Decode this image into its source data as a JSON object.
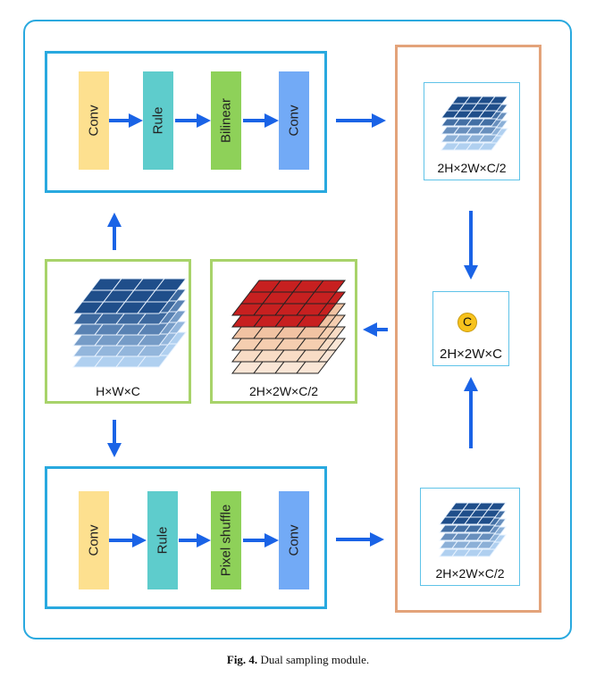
{
  "colors": {
    "outer_border": "#29a9df",
    "green_border": "#a8d36a",
    "orange_border": "#e3a37a",
    "arrow": "#1a63e6",
    "conv": "#fde08f",
    "rule": "#5ecccc",
    "bilinear": "#8ed159",
    "pixel_shuffle": "#8ed159",
    "conv_out": "#72aaf6",
    "concat_circle": "#f7c21c",
    "tensor_blue_dark": "#1f4e8a",
    "tensor_blue_light": "#9cc6f0",
    "tensor_red": "#c72020",
    "tensor_peach": "#f1c3a3"
  },
  "top_branch": {
    "blocks": [
      "Conv",
      "Rule",
      "Bilinear",
      "Conv"
    ]
  },
  "bottom_branch": {
    "blocks": [
      "Conv",
      "Rule",
      "Pixel shuffle",
      "Conv"
    ]
  },
  "input_tensor": {
    "label": "H×W×C"
  },
  "output_tensor": {
    "label": "2H×2W×C/2"
  },
  "top_result": {
    "label": "2H×2W×C/2"
  },
  "bottom_result": {
    "label": "2H×2W×C/2"
  },
  "concat": {
    "symbol": "C",
    "label": "2H×2W×C"
  },
  "caption": {
    "prefix": "Fig. 4.",
    "text": " Dual sampling module."
  }
}
